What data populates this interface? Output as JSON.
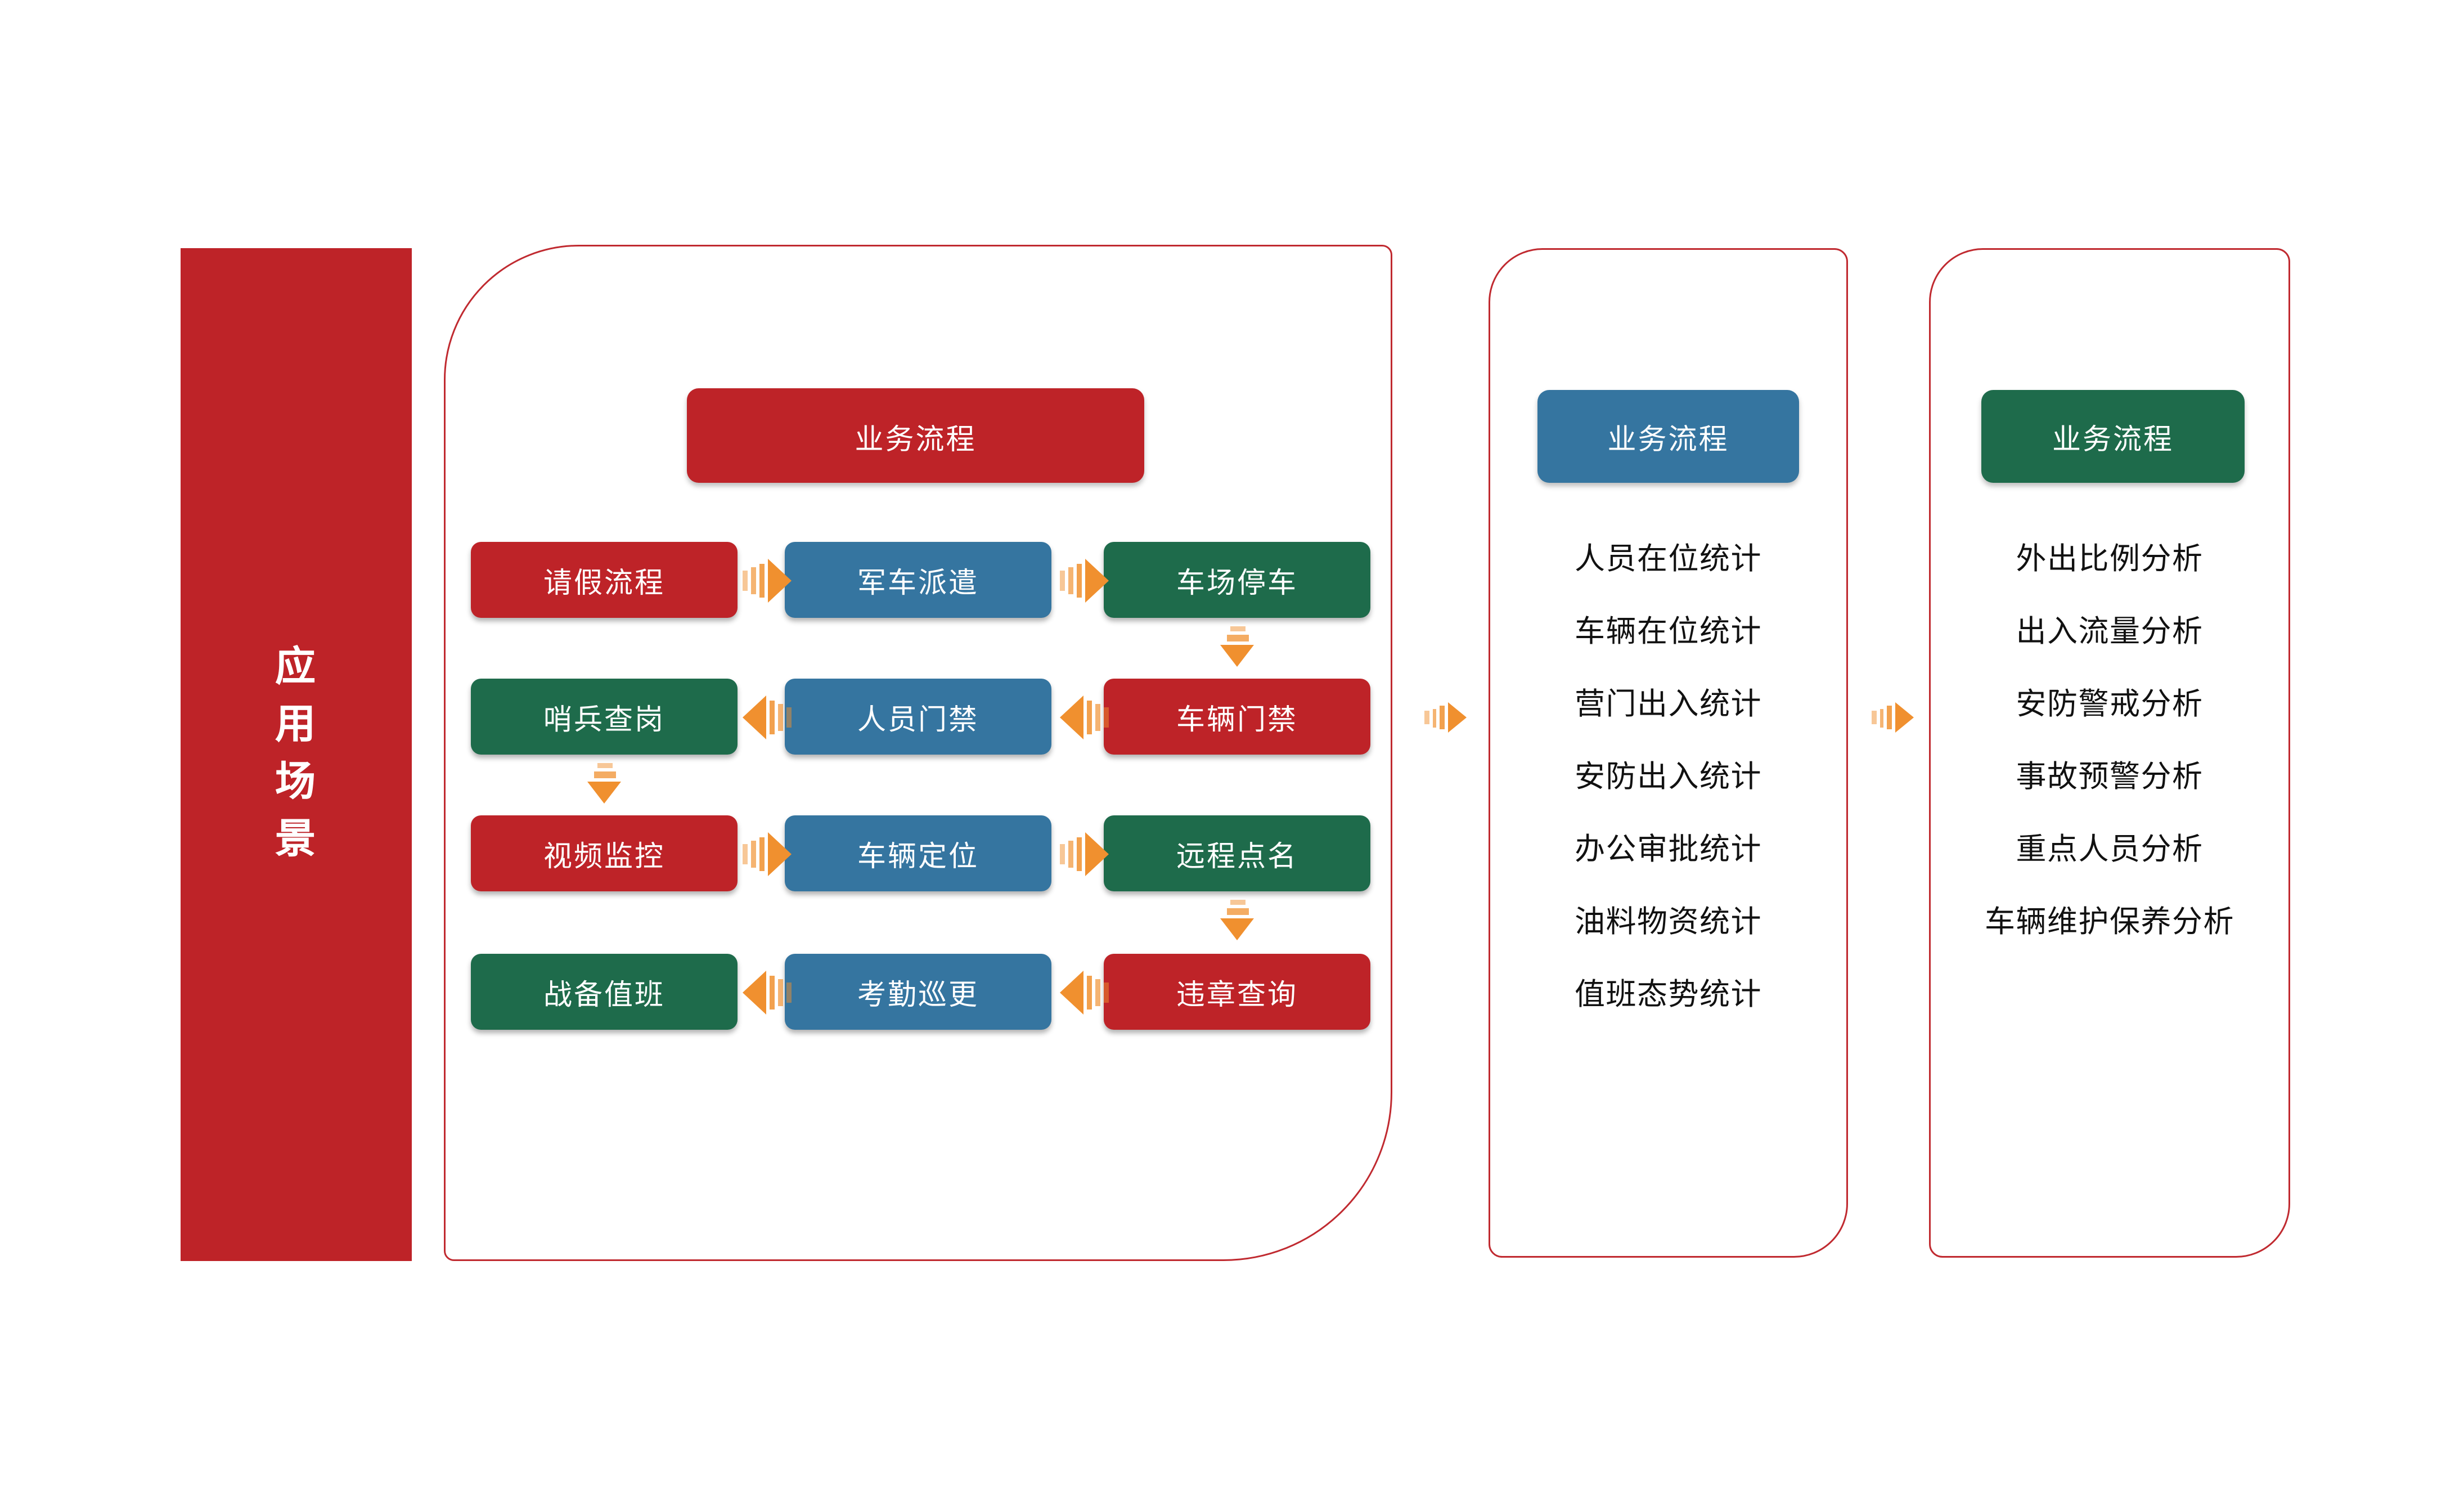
{
  "colors": {
    "red": "#BE2328",
    "blue": "#3575A0",
    "green": "#1E6B4B",
    "orange": "#F0902F",
    "panel_border": "#C02A30",
    "list_text": "#111111"
  },
  "sidebar": {
    "title": "应用场景",
    "chars": [
      "应",
      "用",
      "场",
      "景"
    ]
  },
  "process_panel": {
    "header": {
      "label": "业务流程",
      "color": "red"
    },
    "rows": [
      {
        "arrow_dir": "right",
        "cells": [
          {
            "label": "请假流程",
            "color": "red"
          },
          {
            "label": "军车派遣",
            "color": "blue"
          },
          {
            "label": "车场停车",
            "color": "green"
          }
        ]
      },
      {
        "arrow_dir": "left",
        "cells": [
          {
            "label": "哨兵查岗",
            "color": "green"
          },
          {
            "label": "人员门禁",
            "color": "blue"
          },
          {
            "label": "车辆门禁",
            "color": "red"
          }
        ]
      },
      {
        "arrow_dir": "right",
        "cells": [
          {
            "label": "视频监控",
            "color": "red"
          },
          {
            "label": "车辆定位",
            "color": "blue"
          },
          {
            "label": "远程点名",
            "color": "green"
          }
        ]
      },
      {
        "arrow_dir": "left",
        "cells": [
          {
            "label": "战备值班",
            "color": "green"
          },
          {
            "label": "考勤巡更",
            "color": "blue"
          },
          {
            "label": "违章查询",
            "color": "red"
          }
        ]
      }
    ],
    "down_arrows": [
      {
        "after_row": 0,
        "col": 2
      },
      {
        "after_row": 1,
        "col": 0
      },
      {
        "after_row": 2,
        "col": 2
      }
    ]
  },
  "statistics_panel": {
    "header": {
      "label": "业务流程",
      "color": "blue"
    },
    "items": [
      "人员在位统计",
      "车辆在位统计",
      "营门出入统计",
      "安防出入统计",
      "办公审批统计",
      "油料物资统计",
      "值班态势统计"
    ]
  },
  "analysis_panel": {
    "header": {
      "label": "业务流程",
      "color": "green"
    },
    "items": [
      "外出比例分析",
      "出入流量分析",
      "安防警戒分析",
      "事故预警分析",
      "重点人员分析",
      "车辆维护保养分析"
    ]
  }
}
